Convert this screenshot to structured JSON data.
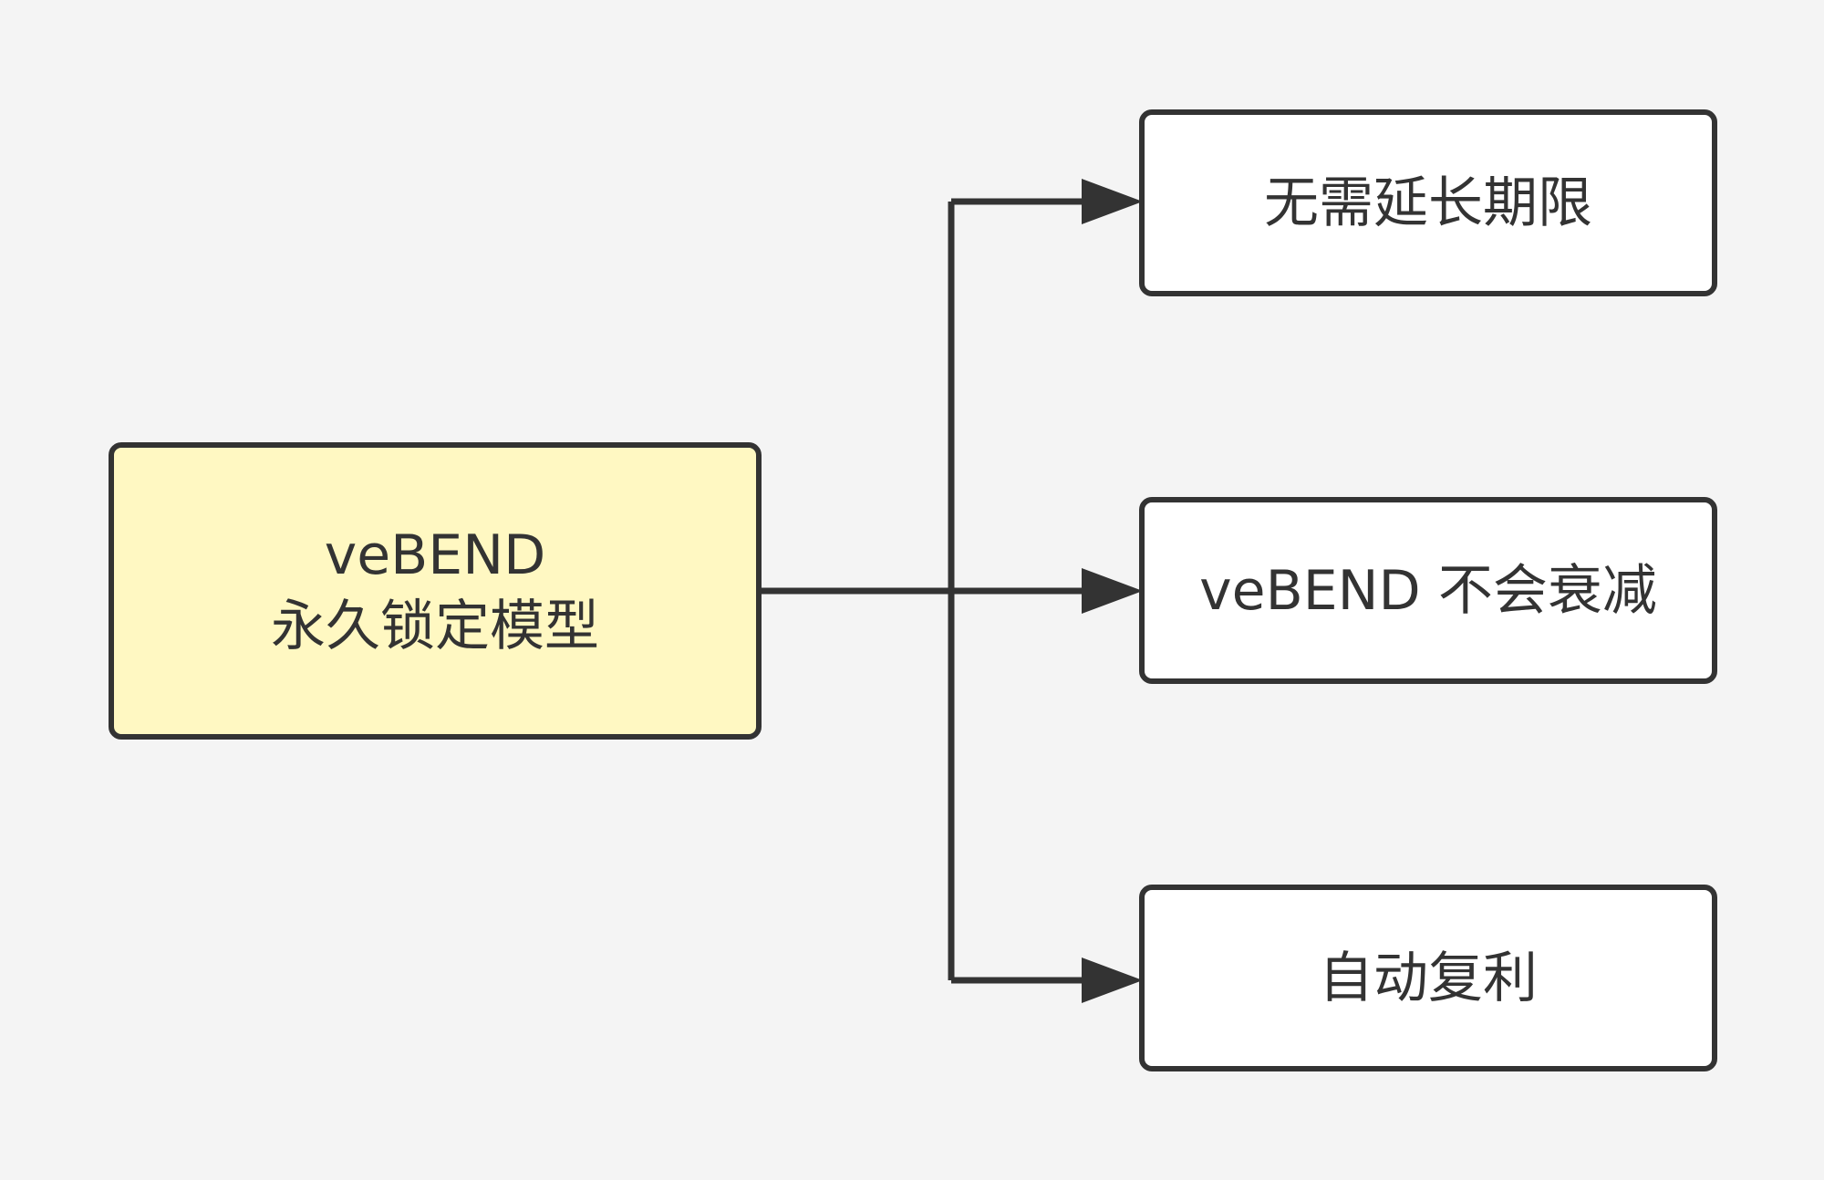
{
  "root": {
    "line1": "veBEND",
    "line2": "永久锁定模型"
  },
  "branches": [
    {
      "label": "无需延长期限"
    },
    {
      "label": "veBEND 不会衰减"
    },
    {
      "label": "自动复利"
    }
  ],
  "colors": {
    "background": "#f4f4f4",
    "root_fill": "#fff8c2",
    "leaf_fill": "#ffffff",
    "stroke": "#333333"
  }
}
